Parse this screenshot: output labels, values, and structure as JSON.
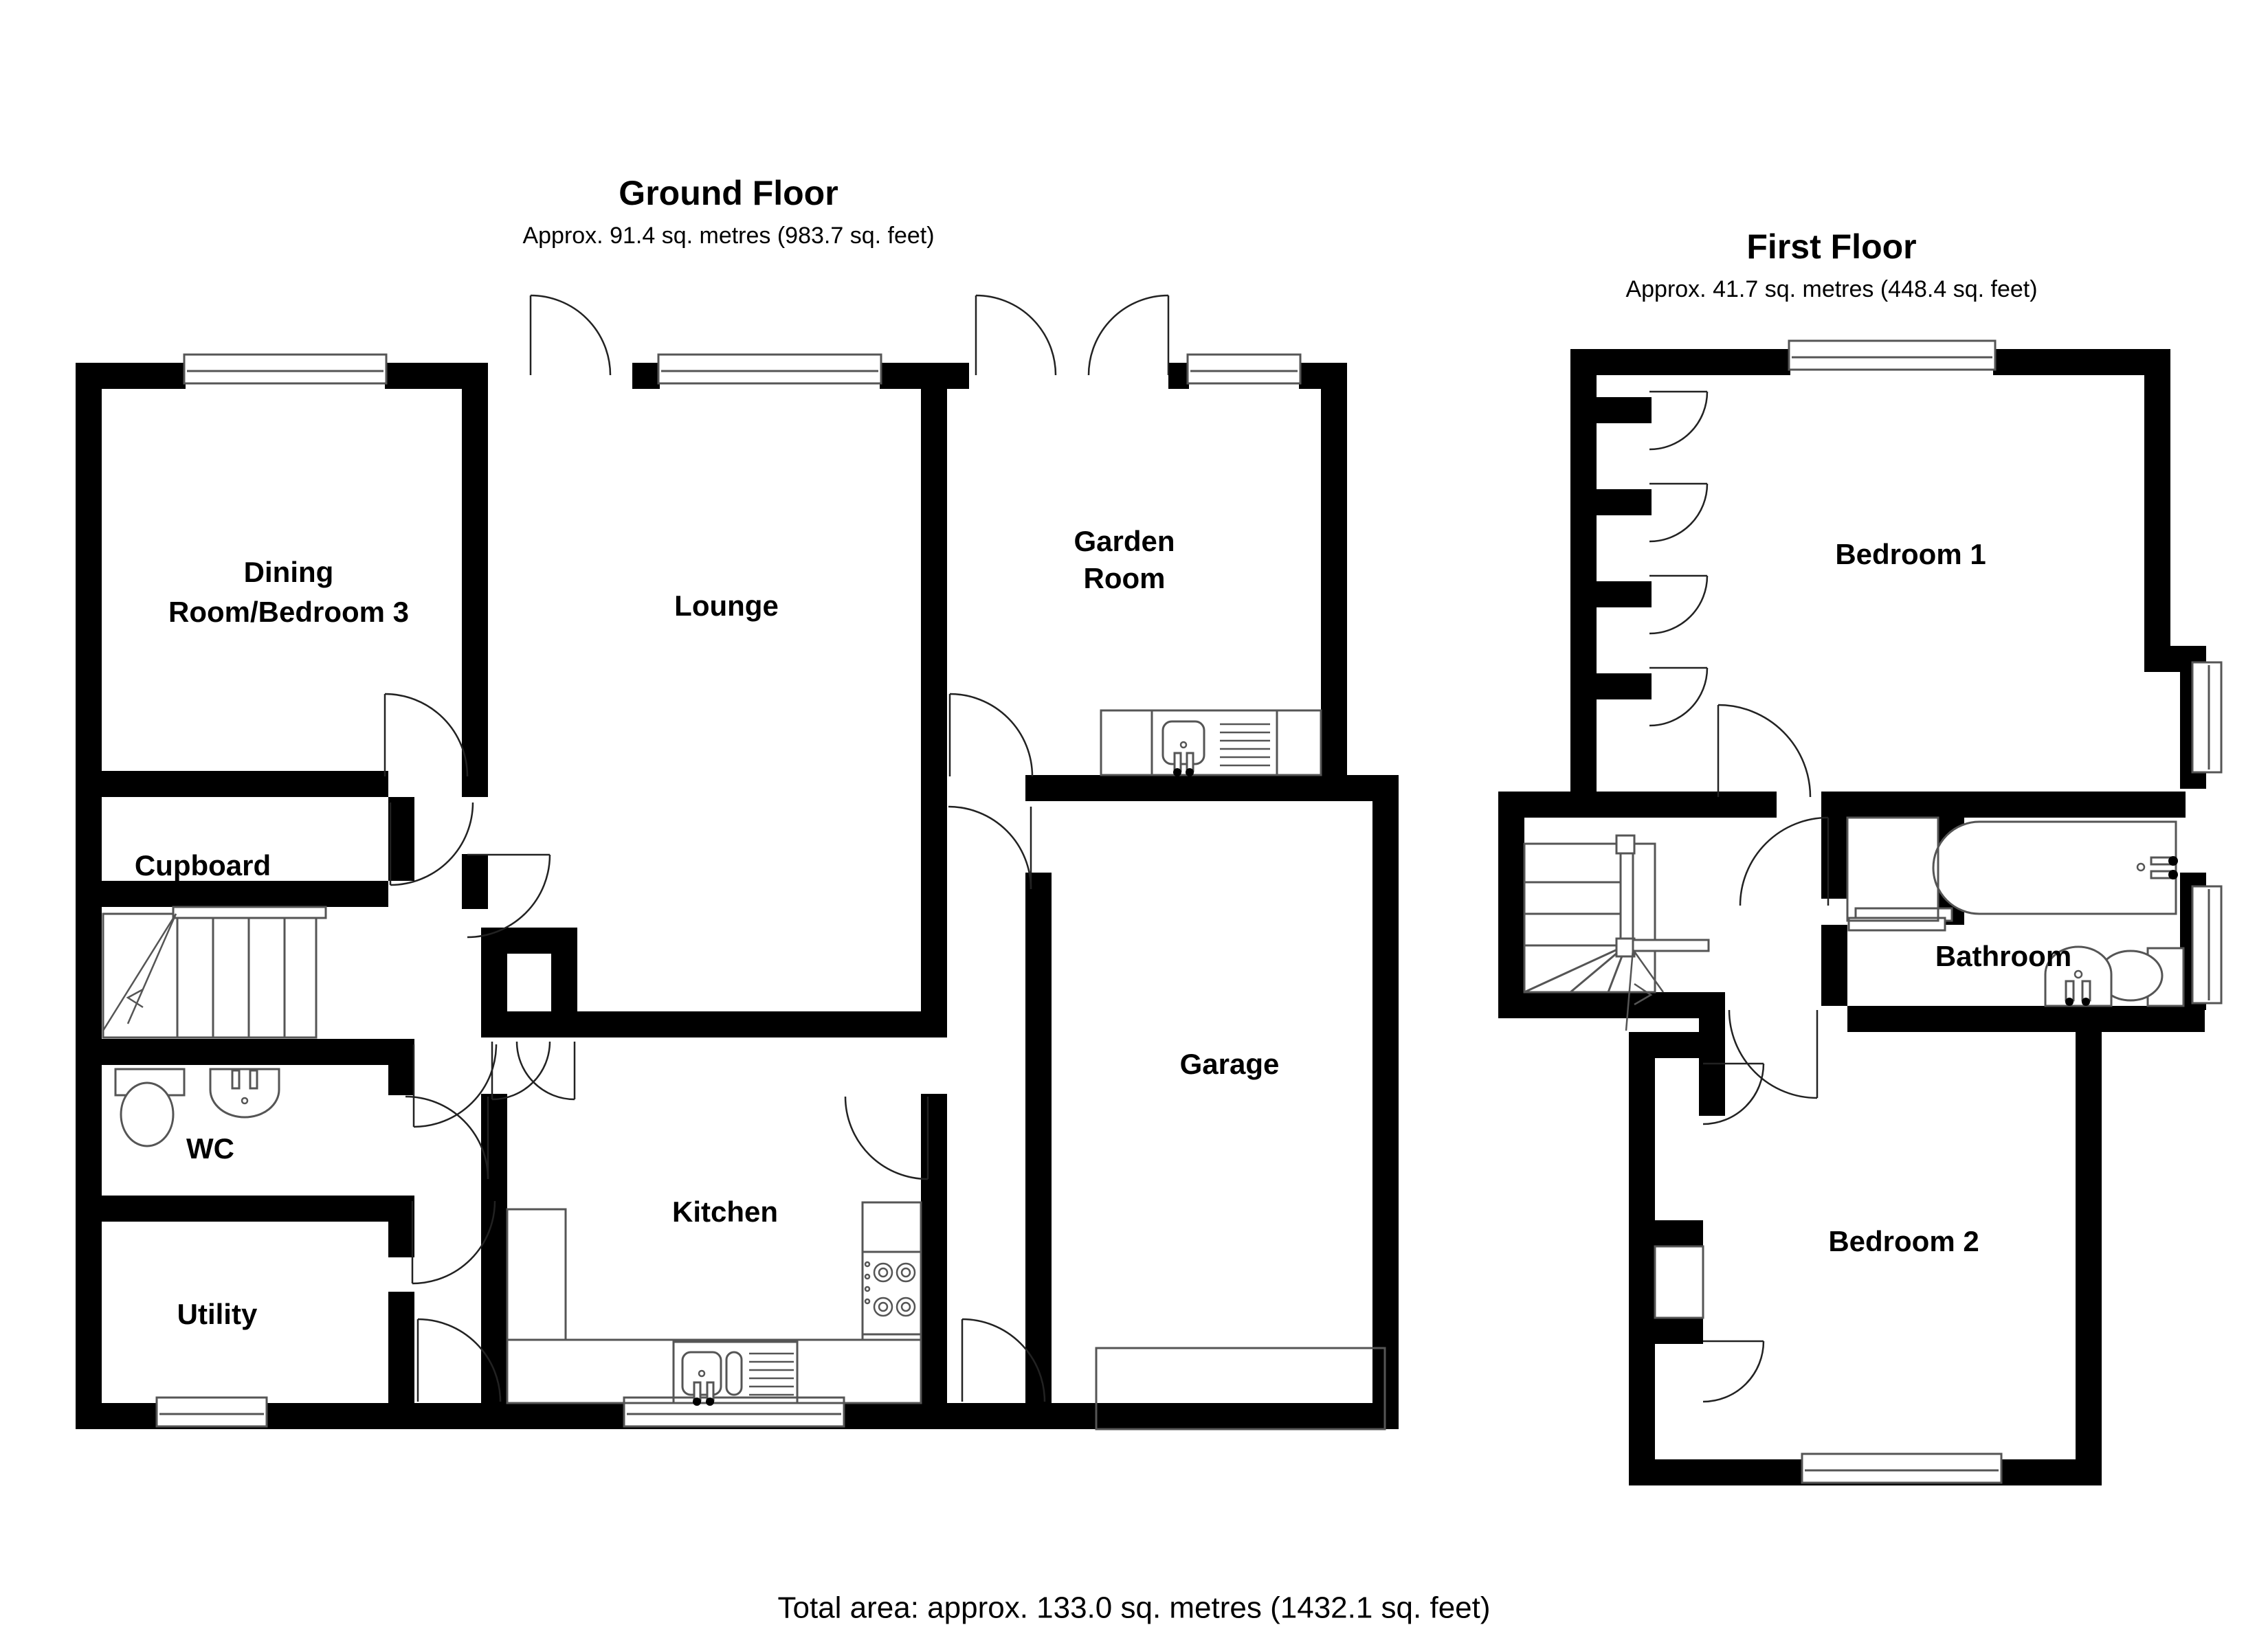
{
  "document": {
    "type": "residential-floor-plan",
    "total_area_label": "Total area: approx. 133.0 sq. metres (1432.1 sq. feet)"
  },
  "floors": [
    {
      "id": "ground",
      "title": "Ground Floor",
      "area_label": "Approx. 91.4 sq. metres (983.7 sq. feet)",
      "area_sq_metres": "91.4",
      "area_sq_feet": "983.7",
      "rooms": [
        {
          "id": "dining",
          "label": "Dining\nRoom/Bedroom 3",
          "line1": "Dining",
          "line2": "Room/Bedroom 3"
        },
        {
          "id": "cupboard",
          "label": "Cupboard"
        },
        {
          "id": "wc",
          "label": "WC"
        },
        {
          "id": "utility",
          "label": "Utility"
        },
        {
          "id": "lounge",
          "label": "Lounge"
        },
        {
          "id": "kitchen",
          "label": "Kitchen"
        },
        {
          "id": "garden-room",
          "label": "Garden\nRoom",
          "line1": "Garden",
          "line2": "Room"
        },
        {
          "id": "garage",
          "label": "Garage"
        }
      ]
    },
    {
      "id": "first",
      "title": "First Floor",
      "area_label": "Approx. 41.7 sq. metres (448.4 sq. feet)",
      "area_sq_metres": "41.7",
      "area_sq_feet": "448.4",
      "rooms": [
        {
          "id": "bedroom1",
          "label": "Bedroom 1"
        },
        {
          "id": "bathroom",
          "label": "Bathroom"
        },
        {
          "id": "bedroom2",
          "label": "Bedroom 2"
        }
      ]
    }
  ],
  "colors": {
    "wall": "#000000",
    "background": "#ffffff",
    "fixture_stroke": "#555555",
    "text": "#000000"
  }
}
